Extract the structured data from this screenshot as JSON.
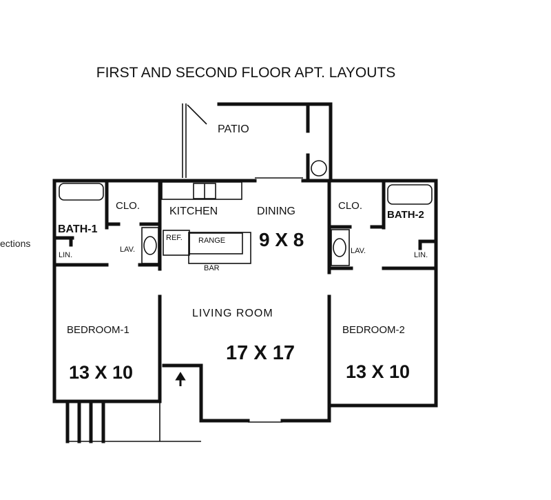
{
  "side_text": "ections",
  "plan": {
    "title": "FIRST AND SECOND FLOOR APT. LAYOUTS",
    "rooms": {
      "patio": "PATIO",
      "kitchen": "KITCHEN",
      "dining": "DINING",
      "dining_size": "9 X 8",
      "clo1": "CLO.",
      "clo2": "CLO.",
      "bath1": "BATH-1",
      "bath2": "BATH-2",
      "lin1": "LIN.",
      "lin2": "LIN.",
      "lav1": "LAV.",
      "lav2": "LAV.",
      "ref": "REF.",
      "range": "RANGE",
      "bar": "BAR",
      "living": "LIVING ROOM",
      "living_size": "17 X 17",
      "bedroom1": "BEDROOM-1",
      "bedroom1_size": "13 X 10",
      "bedroom2": "BEDROOM-2",
      "bedroom2_size": "13 X 10"
    }
  }
}
